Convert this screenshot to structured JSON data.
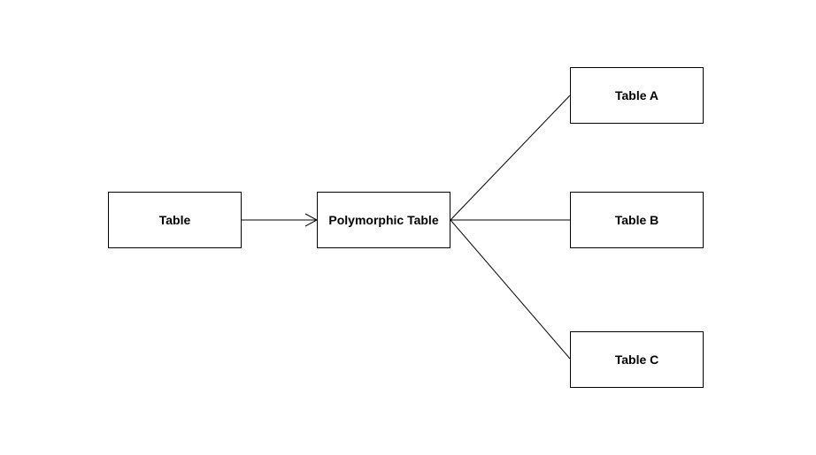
{
  "diagram": {
    "nodes": {
      "table": "Table",
      "polymorphic": "Polymorphic Table",
      "table_a": "Table A",
      "table_b": "Table B",
      "table_c": "Table C"
    },
    "edges": [
      {
        "from": "table",
        "to": "polymorphic",
        "arrow": "open"
      },
      {
        "from": "polymorphic",
        "to": "table_a",
        "arrow": "none"
      },
      {
        "from": "polymorphic",
        "to": "table_b",
        "arrow": "none"
      },
      {
        "from": "polymorphic",
        "to": "table_c",
        "arrow": "none"
      }
    ],
    "colors": {
      "stroke": "#000000",
      "fill": "#ffffff",
      "text": "#000000"
    }
  }
}
